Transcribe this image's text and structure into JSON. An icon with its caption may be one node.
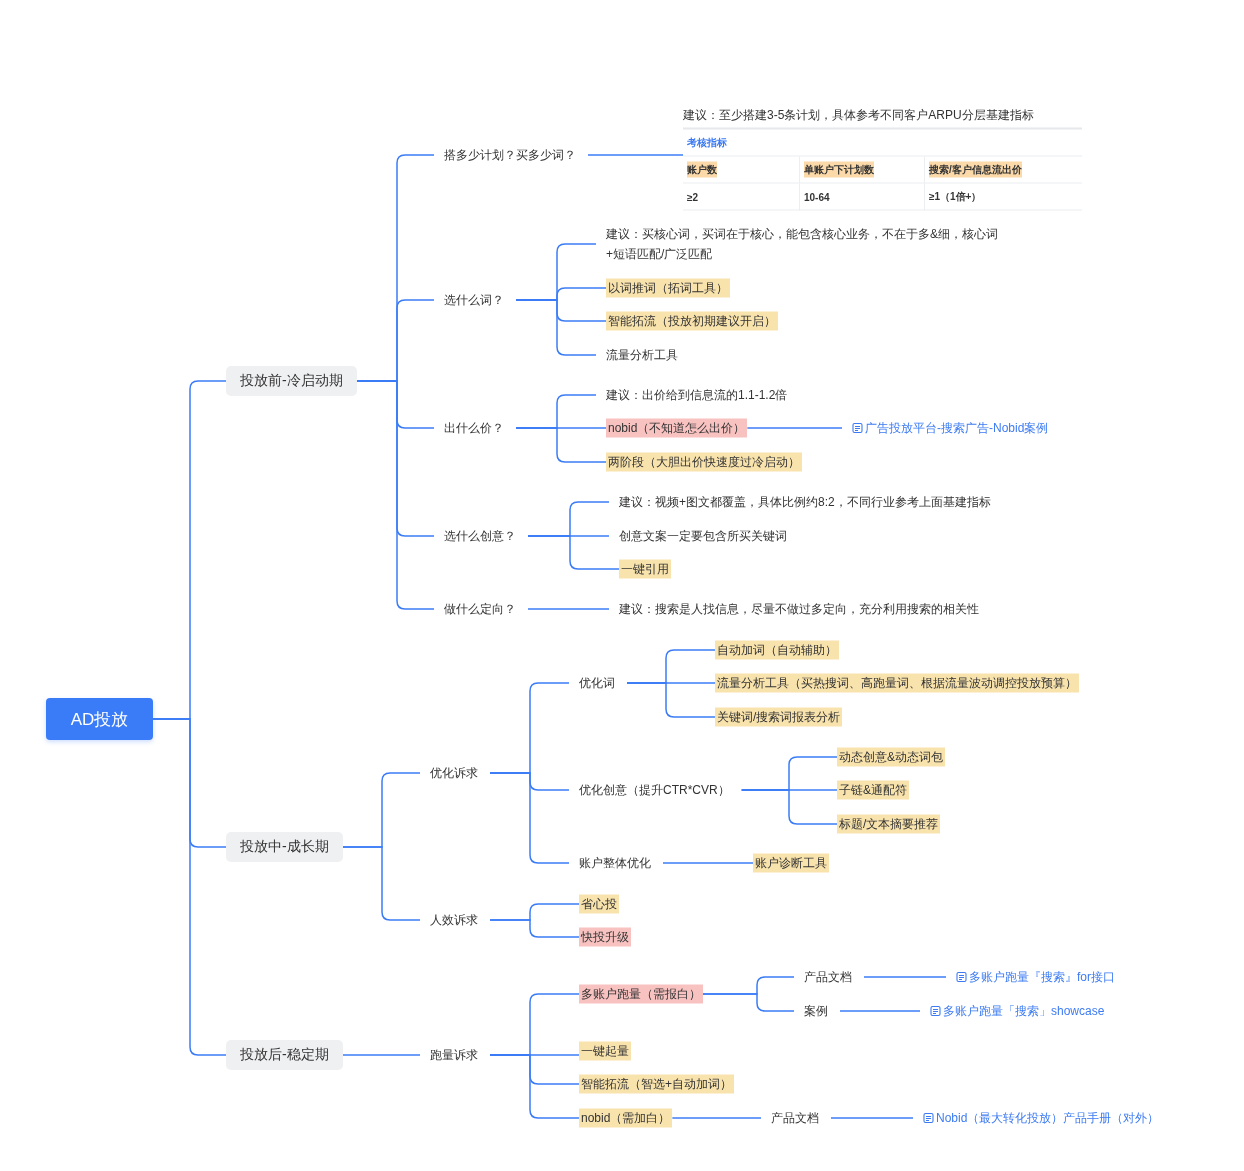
{
  "diagram": {
    "nodes": [
      {
        "text": [
          "AD投放"
        ]
      },
      {
        "text": [
          "投放前-冷启动期"
        ]
      },
      {
        "text": [
          "搭多少计划？买多少词？"
        ]
      },
      {
        "text": [
          "建议：至少搭建3-5条计划，具体参考不同客户ARPU分层基建指标"
        ]
      },
      {
        "text": [
          "选什么词？"
        ]
      },
      {
        "text": [
          "建议：买核心词，买词在于核心，能包含核心业务，不在于多&细，核心词+短语匹配/广泛匹配"
        ]
      },
      {
        "text": [
          "以词推词（拓词工具）"
        ]
      },
      {
        "text": [
          "智能拓流（投放初期建议开启）"
        ]
      },
      {
        "text": [
          "流量分析工具"
        ]
      },
      {
        "text": [
          "出什么价？"
        ]
      },
      {
        "text": [
          "建议：出价给到信息流的1.1-1.2倍"
        ]
      },
      {
        "text": [
          "nobid（不知道怎么出价）"
        ]
      },
      {
        "text": [
          "广告投放平台-搜索广告-Nobid案例"
        ]
      },
      {
        "text": [
          "两阶段（大胆出价快速度过冷启动）"
        ]
      },
      {
        "text": [
          "选什么创意？"
        ]
      },
      {
        "text": [
          "建议：视频+图文都覆盖，具体比例约8:2，不同行业参考上面基建指标"
        ]
      },
      {
        "text": [
          "创意文案一定要包含所买关键词"
        ]
      },
      {
        "text": [
          "一键引用"
        ]
      },
      {
        "text": [
          "做什么定向？"
        ]
      },
      {
        "text": [
          "建议：搜索是人找信息，尽量不做过多定向，充分利用搜索的相关性"
        ]
      },
      {
        "text": [
          "投放中-成长期"
        ]
      },
      {
        "text": [
          "优化诉求"
        ]
      },
      {
        "text": [
          "优化词"
        ]
      },
      {
        "text": [
          "自动加词（自动辅助）"
        ]
      },
      {
        "text": [
          "流量分析工具（买热搜词、高跑量词、根据流量波动调控投放预算）"
        ]
      },
      {
        "text": [
          "关键词/搜索词报表分析"
        ]
      },
      {
        "text": [
          "优化创意（提升CTR*CVR）"
        ]
      },
      {
        "text": [
          "动态创意&动态词包"
        ]
      },
      {
        "text": [
          "子链&通配符"
        ]
      },
      {
        "text": [
          "标题/文本摘要推荐"
        ]
      },
      {
        "text": [
          "账户整体优化"
        ]
      },
      {
        "text": [
          "账户诊断工具"
        ]
      },
      {
        "text": [
          "人效诉求"
        ]
      },
      {
        "text": [
          "省心投"
        ]
      },
      {
        "text": [
          "快投升级"
        ]
      },
      {
        "text": [
          "投放后-稳定期"
        ]
      },
      {
        "text": [
          "跑量诉求"
        ]
      },
      {
        "text": [
          "多账户跑量（需报白）"
        ]
      },
      {
        "text": [
          "产品文档"
        ]
      },
      {
        "text": [
          "多账户跑量『搜索』for接口"
        ]
      },
      {
        "text": [
          "案例"
        ]
      },
      {
        "text": [
          "多账户跑量「搜索」showcase"
        ]
      },
      {
        "text": [
          "一键起量"
        ]
      },
      {
        "text": [
          "智能拓流（智选+自动加词）"
        ]
      },
      {
        "text": [
          "nobid（需加白）"
        ]
      },
      {
        "text": [
          "产品文档"
        ]
      },
      {
        "text": [
          "Nobid（最大转化投放）产品手册（对外）"
        ]
      }
    ],
    "edges": [
      {
        "from": 0,
        "to": 1,
        "arrow": "none"
      },
      {
        "from": 1,
        "to": 2,
        "arrow": "none"
      },
      {
        "from": 2,
        "to": 3,
        "arrow": "none"
      },
      {
        "from": 1,
        "to": 4,
        "arrow": "none"
      },
      {
        "from": 4,
        "to": 5,
        "arrow": "none"
      },
      {
        "from": 4,
        "to": 6,
        "arrow": "none"
      },
      {
        "from": 4,
        "to": 7,
        "arrow": "none"
      },
      {
        "from": 4,
        "to": 8,
        "arrow": "none"
      },
      {
        "from": 1,
        "to": 9,
        "arrow": "none"
      },
      {
        "from": 9,
        "to": 10,
        "arrow": "none"
      },
      {
        "from": 9,
        "to": 11,
        "arrow": "none"
      },
      {
        "from": 11,
        "to": 12,
        "arrow": "none"
      },
      {
        "from": 9,
        "to": 13,
        "arrow": "none"
      },
      {
        "from": 1,
        "to": 14,
        "arrow": "none"
      },
      {
        "from": 14,
        "to": 15,
        "arrow": "none"
      },
      {
        "from": 14,
        "to": 16,
        "arrow": "none"
      },
      {
        "from": 14,
        "to": 17,
        "arrow": "none"
      },
      {
        "from": 1,
        "to": 18,
        "arrow": "none"
      },
      {
        "from": 18,
        "to": 19,
        "arrow": "none"
      },
      {
        "from": 0,
        "to": 20,
        "arrow": "none"
      },
      {
        "from": 20,
        "to": 21,
        "arrow": "none"
      },
      {
        "from": 21,
        "to": 22,
        "arrow": "none"
      },
      {
        "from": 22,
        "to": 23,
        "arrow": "none"
      },
      {
        "from": 22,
        "to": 24,
        "arrow": "none"
      },
      {
        "from": 22,
        "to": 25,
        "arrow": "none"
      },
      {
        "from": 21,
        "to": 26,
        "arrow": "none"
      },
      {
        "from": 26,
        "to": 27,
        "arrow": "none"
      },
      {
        "from": 26,
        "to": 28,
        "arrow": "none"
      },
      {
        "from": 26,
        "to": 29,
        "arrow": "none"
      },
      {
        "from": 21,
        "to": 30,
        "arrow": "none"
      },
      {
        "from": 30,
        "to": 31,
        "arrow": "none"
      },
      {
        "from": 20,
        "to": 32,
        "arrow": "none"
      },
      {
        "from": 32,
        "to": 33,
        "arrow": "none"
      },
      {
        "from": 32,
        "to": 34,
        "arrow": "none"
      },
      {
        "from": 0,
        "to": 35,
        "arrow": "none"
      },
      {
        "from": 35,
        "to": 36,
        "arrow": "none"
      },
      {
        "from": 36,
        "to": 37,
        "arrow": "none"
      },
      {
        "from": 37,
        "to": 38,
        "arrow": "none"
      },
      {
        "from": 38,
        "to": 39,
        "arrow": "none"
      },
      {
        "from": 37,
        "to": 40,
        "arrow": "none"
      },
      {
        "from": 40,
        "to": 41,
        "arrow": "none"
      },
      {
        "from": 36,
        "to": 42,
        "arrow": "none"
      },
      {
        "from": 36,
        "to": 43,
        "arrow": "none"
      },
      {
        "from": 36,
        "to": 44,
        "arrow": "none"
      },
      {
        "from": 44,
        "to": 45,
        "arrow": "none"
      },
      {
        "from": 45,
        "to": 46,
        "arrow": "none"
      }
    ],
    "labels": [
      "考核指标",
      "账户数",
      "单账户下计划数",
      "搜索/客户信息流出价",
      "≥2",
      "10-64",
      "≥1（1倍+）"
    ]
  }
}
